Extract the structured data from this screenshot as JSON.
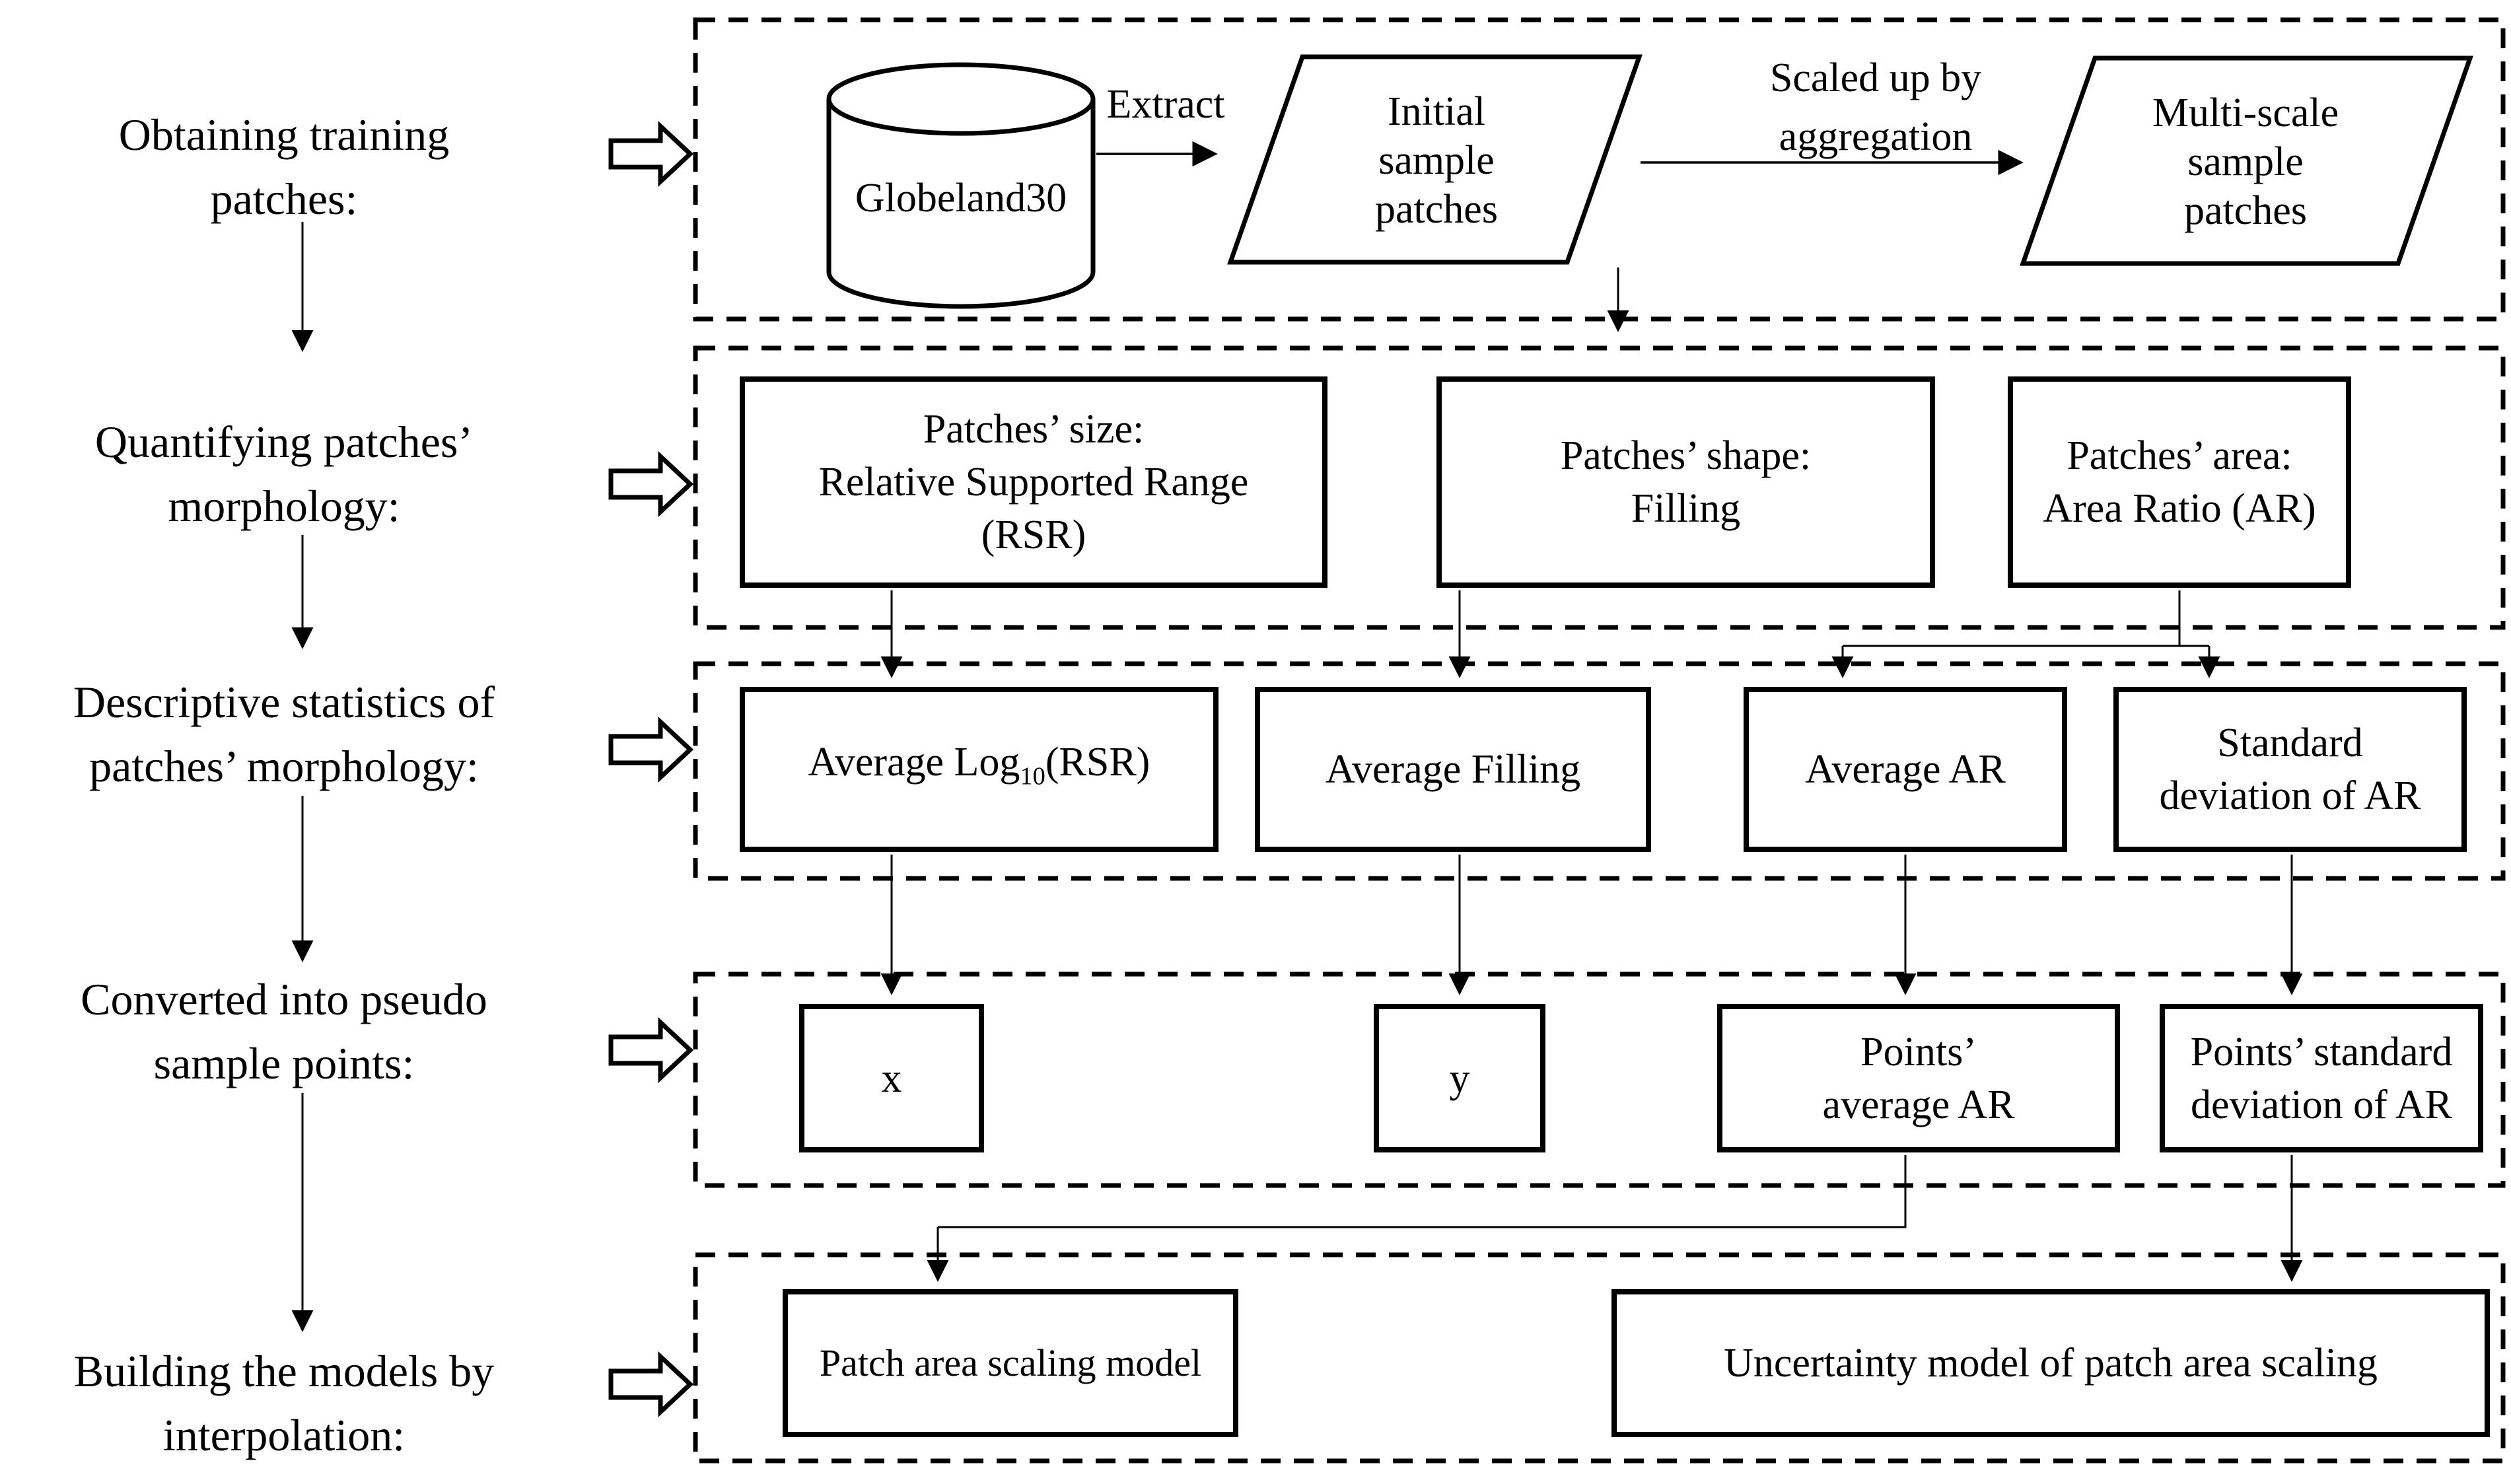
{
  "diagram": {
    "stages": [
      {
        "lines": [
          "Obtaining training",
          "patches:"
        ]
      },
      {
        "lines": [
          "Quantifying patches’",
          "morphology:"
        ]
      },
      {
        "lines": [
          "Descriptive statistics of",
          "patches’ morphology:"
        ]
      },
      {
        "lines": [
          "Converted into pseudo",
          "sample points:"
        ]
      },
      {
        "lines": [
          "Building the models by",
          "interpolation:"
        ]
      }
    ],
    "row1": {
      "database": "Globeland30",
      "extract": "Extract",
      "initial_patches": [
        "Initial",
        "sample",
        "patches"
      ],
      "scaled": [
        "Scaled up by",
        "aggregation"
      ],
      "multiscale_patches": [
        "Multi-scale",
        "sample",
        "patches"
      ]
    },
    "row2": {
      "size_box": [
        "Patches’ size:",
        "Relative Supported Range",
        "(RSR)"
      ],
      "shape_box": [
        "Patches’ shape:",
        "Filling"
      ],
      "area_box": [
        "Patches’ area:",
        "Area Ratio (AR)"
      ]
    },
    "row3": {
      "log_rsr": {
        "pre": "Average Log",
        "sub": "10",
        "post": "(RSR)"
      },
      "avg_filling": "Average Filling",
      "avg_ar": "Average AR",
      "std_ar": [
        "Standard",
        "deviation of AR"
      ]
    },
    "row4": {
      "x": "x",
      "y": "y",
      "points_avg_ar": [
        "Points’",
        "average AR"
      ],
      "points_std_ar": [
        "Points’ standard",
        "deviation of AR"
      ]
    },
    "row5": {
      "scaling_model": "Patch area scaling model",
      "uncertainty_model": "Uncertainty model of patch area scaling"
    },
    "colors": {
      "ink": "#000000",
      "background": "#ffffff"
    }
  }
}
